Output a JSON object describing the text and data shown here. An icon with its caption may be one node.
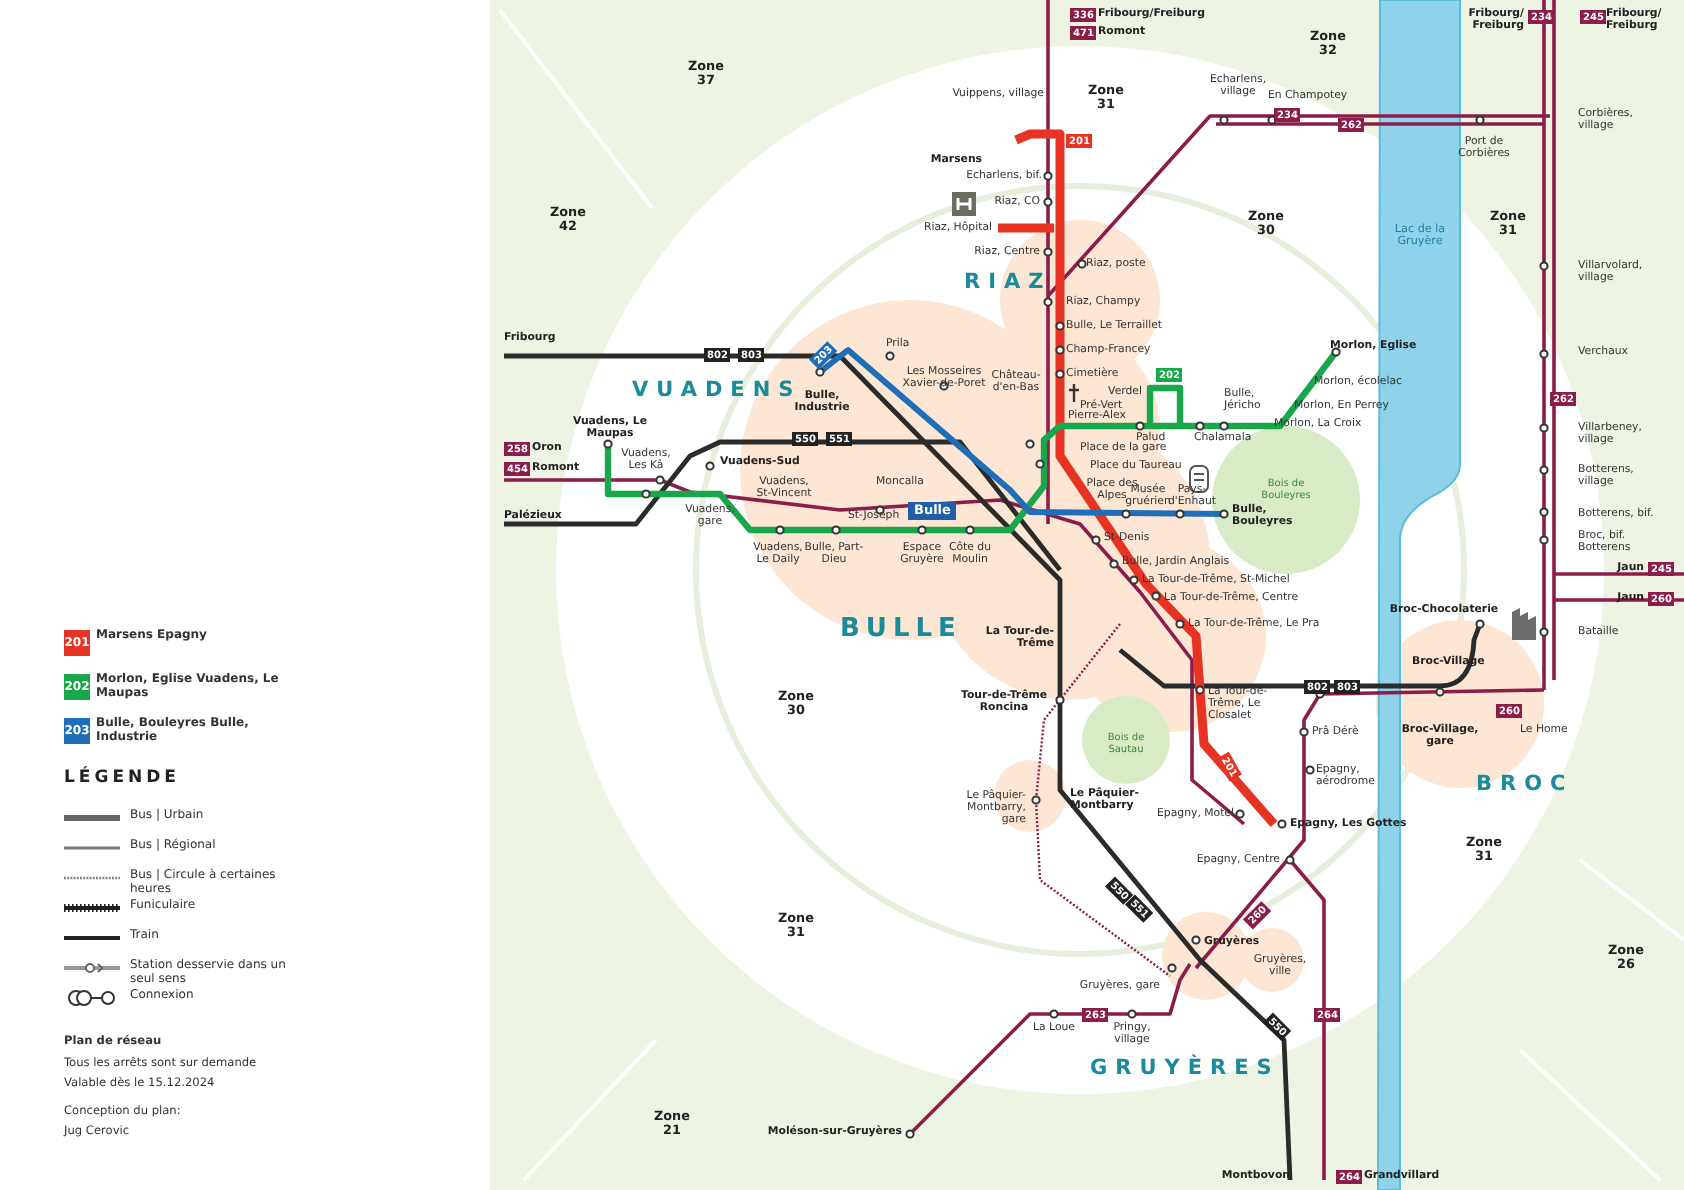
{
  "diagram": {
    "labels": [
      "336",
      "Fribourg/Freiburg",
      "471",
      "Romont",
      "Fribourg/ Freiburg",
      "234",
      "245",
      "Fribourg/ Freiburg",
      "Zone 32",
      "Zone 37",
      "Vuippens, village",
      "Zone 31",
      "Echarlens, village",
      "En Champotey",
      "234",
      "262",
      "Corbières, village",
      "201",
      "Port de Corbières",
      "Marsens",
      "Echarlens, bif.",
      "Riaz, CO",
      "Zone 42",
      "Riaz, Hôpital",
      "Zone 30",
      "Lac de la Gruyère",
      "Zone 31",
      "Riaz, Centre",
      "Villarvolard, village",
      "Riaz, poste",
      "RIAZ",
      "Riaz, Champy",
      "Bulle, Le Terraillet",
      "Fribourg",
      "Prila",
      "Champ-Francey",
      "Verchaux",
      "Morlon, Eglise",
      "802",
      "803",
      "203",
      "Les Mosseires Xavier-de-Poret",
      "Château-d'en-Bas",
      "Cimetière",
      "202",
      "Morlon, écolelac",
      "VUADENS",
      "Verdel",
      "Bulle, Jéricho",
      "262",
      "Pré-Vert",
      "Morlon, En Perrey",
      "Bulle, Industrie",
      "Vuadens, Le Maupas",
      "Morlon, La Croix",
      "Villarbeney, village",
      "550",
      "551",
      "Pierre-Alex",
      "Palud",
      "Chalamala",
      "258",
      "Oron",
      "Vuadens, Les Kâ",
      "Vuadens-Sud",
      "Place de la gare",
      "454",
      "Romont",
      "Place du Taureau",
      "Botterens, village",
      "Vuadens, St-Vincent",
      "Moncalla",
      "Place des Alpes",
      "Musée gruérien",
      "Pays-d'Enhaut",
      "Bois de Bouleyres",
      "Palézieux",
      "Vuadens, gare",
      "St-Joseph",
      "Bulle",
      "Bulle, Bouleyres",
      "Botterens, bif.",
      "St-Denis",
      "Broc, bif. Botterens",
      "Vuadens, Le Daily",
      "Bulle, Part-Dieu",
      "Espace Gruyère",
      "Côte du Moulin",
      "Bulle, Jardin Anglais",
      "Jaun",
      "245",
      "La Tour-de-Trême, St-Michel",
      "La Tour-de-Trême, Centre",
      "Jaun",
      "260",
      "Broc-Chocolaterie",
      "La Tour-de-Trême, Le Pra",
      "BULLE",
      "La Tour-de-Trême",
      "Bataille",
      "Broc-Village",
      "Zone 30",
      "Tour-de-Trême Roncina",
      "La Tour-de-Trême, Le Closalet",
      "802",
      "803",
      "260",
      "Bois de Sautau",
      "Prâ Dérè",
      "Broc-Village, gare",
      "Le Home",
      "201",
      "Epagny, aérodrome",
      "BROC",
      "Le Pâquier-Montbarry, gare",
      "Le Pâquier-Montbarry",
      "Epagny, Motel",
      "Epagny, Les Gottes",
      "Zone 31",
      "Epagny, Centre",
      "550",
      "551",
      "260",
      "Zone 31",
      "Gruyères",
      "Gruyères, ville",
      "Zone 26",
      "Gruyères, gare",
      "263",
      "550",
      "264",
      "La Loue",
      "Pringy, village",
      "GRUYÈRES",
      "Zone 21",
      "Moléson-sur-Gruyères",
      "Montbovon",
      "264",
      "Grandvillard",
      "201",
      "202",
      "203",
      "LÉGENDE",
      "Plan de réseau",
      "Tous les arrêts sont sur demande",
      "Valable dès le 15.12.2024",
      "Conception du plan:",
      "Jug Cerovic"
    ],
    "legend": [
      {
        "text": "Marsens Epagny",
        "color": "#e63323"
      },
      {
        "text": "Morlon, Eglise Vuadens, Le Maupas",
        "color": "#1aa64a"
      },
      {
        "text": "Bulle, Bouleyres Bulle, Industrie",
        "color": "#1f6fb8"
      },
      {
        "text": "Bus | Urbain"
      },
      {
        "text": "Bus | Régional"
      },
      {
        "text": "Bus | Circule à certaines heures"
      },
      {
        "text": "Funiculaire"
      },
      {
        "text": "Train"
      },
      {
        "text": "Station desservie dans un seul sens"
      },
      {
        "text": "Connexion"
      }
    ]
  }
}
